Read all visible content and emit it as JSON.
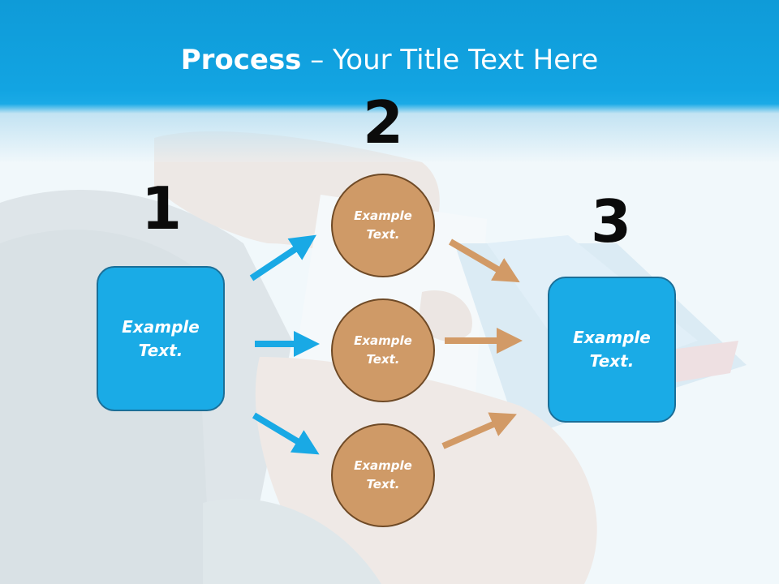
{
  "title": {
    "bold": "Process",
    "rest": " – Your Title Text Here"
  },
  "steps": {
    "one": "1",
    "two": "2",
    "three": "3"
  },
  "nodes": {
    "start_box": "Example Text.",
    "circle_top": "Example Text.",
    "circle_middle": "Example Text.",
    "circle_bottom": "Example Text.",
    "end_box": "Example Text."
  },
  "colors": {
    "header_blue": "#12a4e2",
    "box_blue": "#1aabe6",
    "arrow_blue": "#19a9e5",
    "circle_tan": "#cf9a67",
    "arrow_tan": "#d29a66",
    "number_black": "#0b0b0b"
  }
}
